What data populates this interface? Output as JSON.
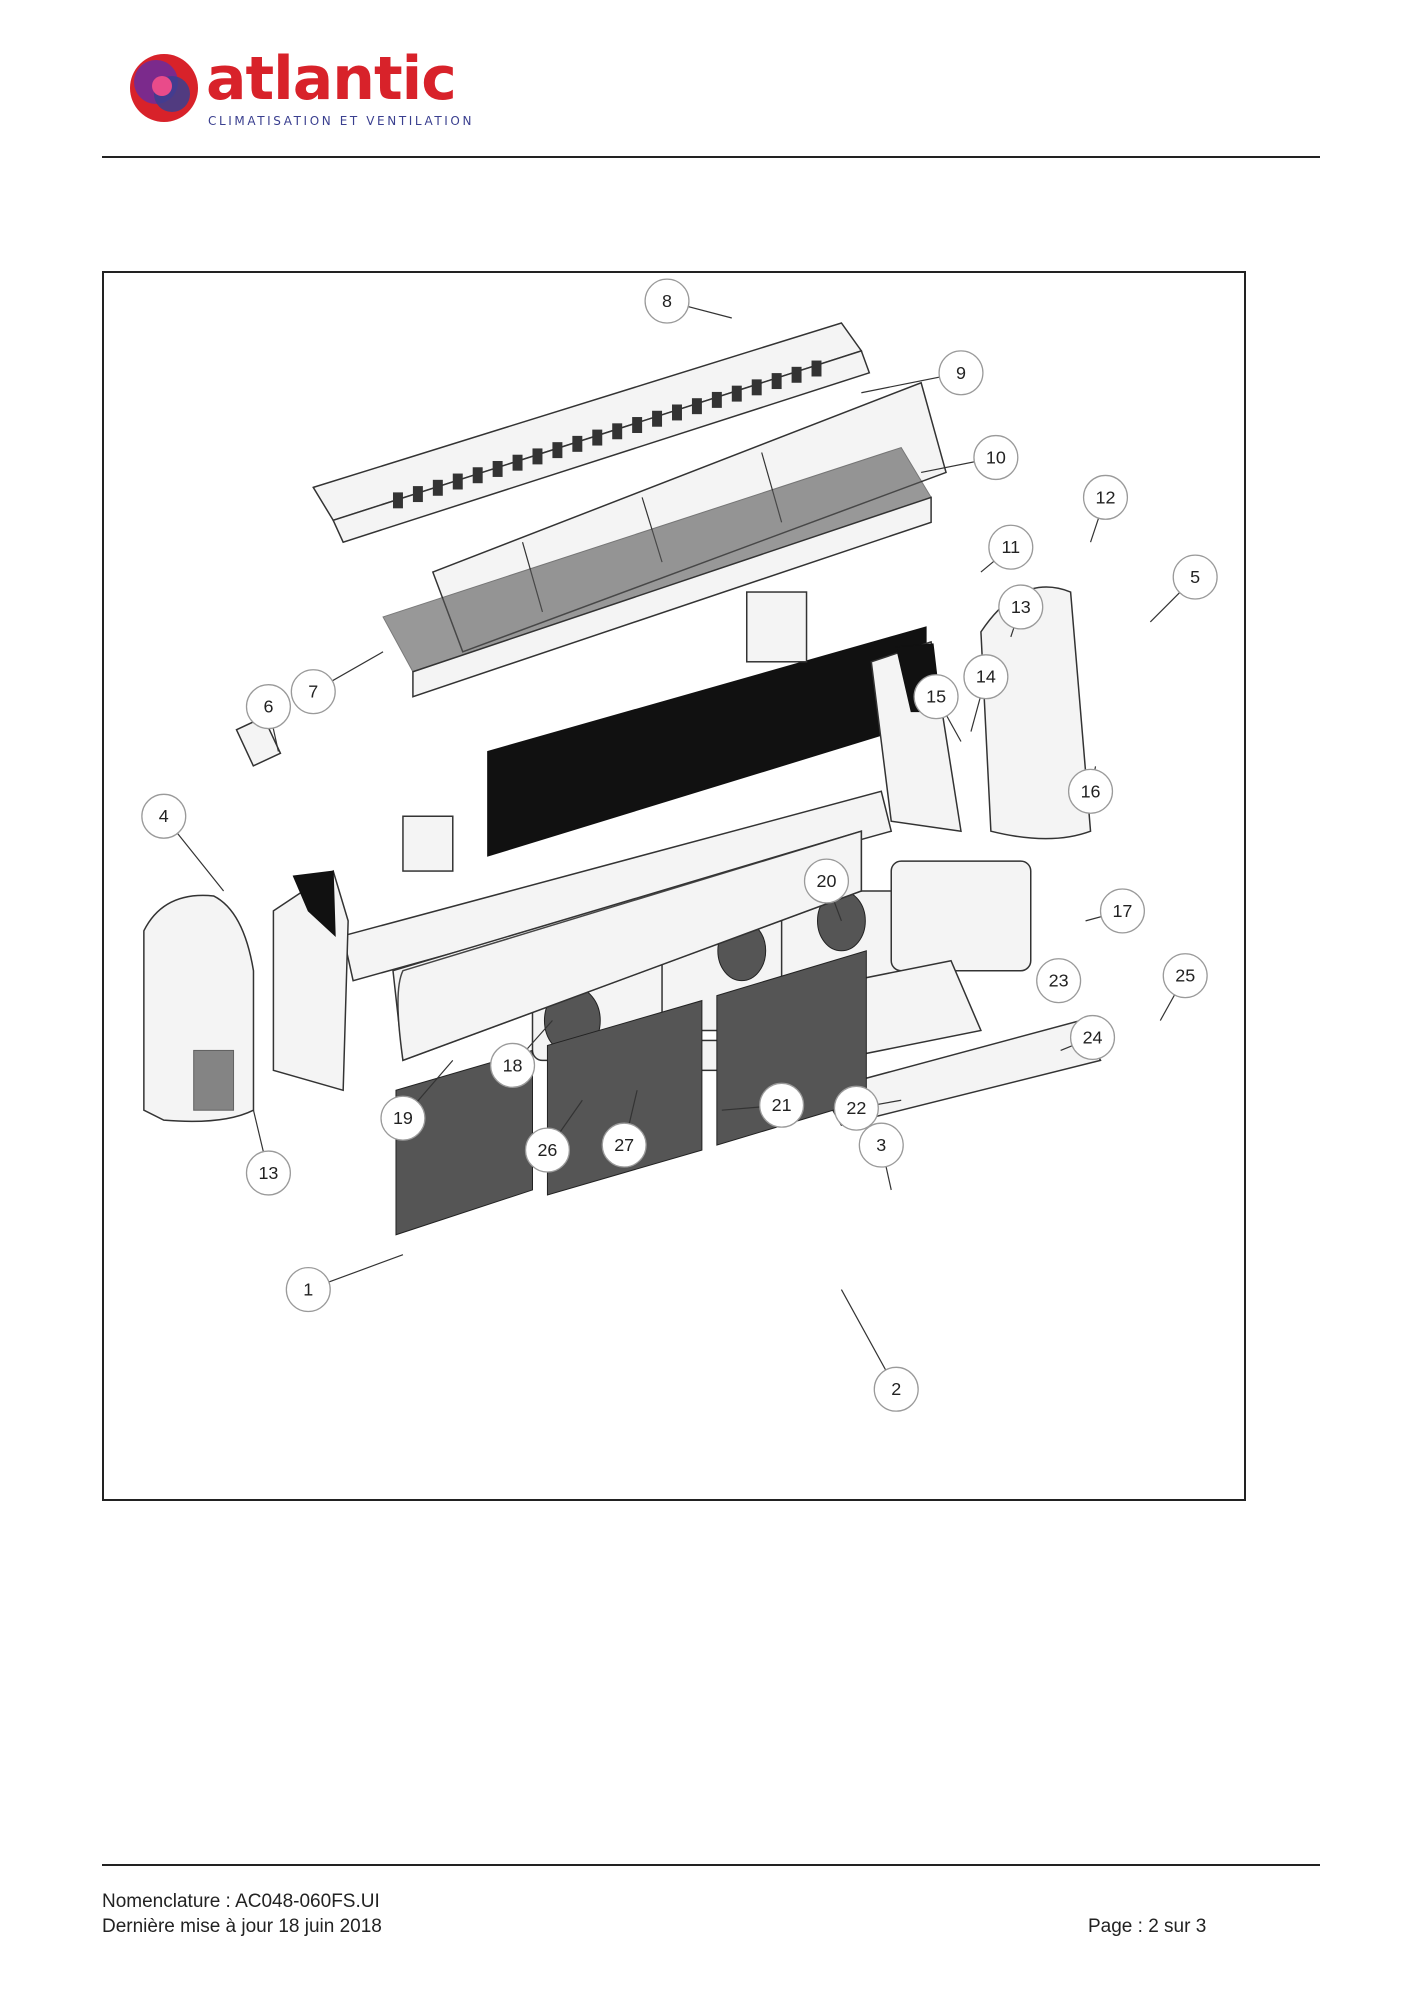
{
  "brand": {
    "name": "atlantic",
    "tagline": "CLIMATISATION ET VENTILATION",
    "colors": {
      "primary": "#d8222a",
      "secondary": "#3a3f8f",
      "accent": "#7b2a8c"
    }
  },
  "diagram": {
    "callouts": [
      {
        "label": "1"
      },
      {
        "label": "2"
      },
      {
        "label": "3"
      },
      {
        "label": "4"
      },
      {
        "label": "5"
      },
      {
        "label": "6"
      },
      {
        "label": "7"
      },
      {
        "label": "8"
      },
      {
        "label": "9"
      },
      {
        "label": "10"
      },
      {
        "label": "11"
      },
      {
        "label": "12"
      },
      {
        "label": "13"
      },
      {
        "label": "14"
      },
      {
        "label": "15"
      },
      {
        "label": "16"
      },
      {
        "label": "17"
      },
      {
        "label": "18"
      },
      {
        "label": "19"
      },
      {
        "label": "20"
      },
      {
        "label": "21"
      },
      {
        "label": "22"
      },
      {
        "label": "23"
      },
      {
        "label": "24"
      },
      {
        "label": "25"
      },
      {
        "label": "26"
      },
      {
        "label": "27"
      },
      {
        "label": "13"
      }
    ]
  },
  "footer": {
    "line1": "Nomenclature : AC048-060FS.UI",
    "line2": "Dernière mise à jour 18 juin 2018",
    "page": "Page : 2 sur 3"
  }
}
